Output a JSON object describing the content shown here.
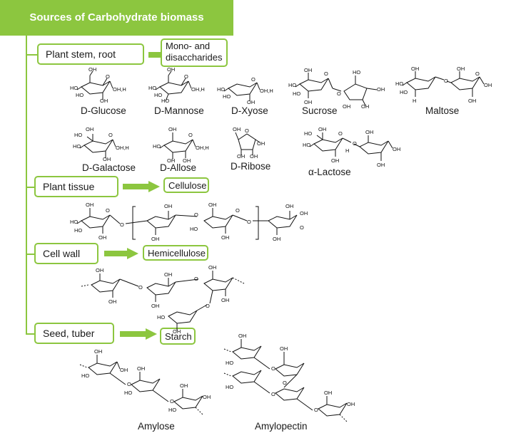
{
  "header": {
    "title": "Sources of Carbohydrate biomass"
  },
  "categories": [
    {
      "label": "Plant stem, root",
      "product": "Mono- and disaccharides"
    },
    {
      "label": "Plant tissue",
      "product": "Cellulose"
    },
    {
      "label": "Cell wall",
      "product": "Hemicellulose"
    },
    {
      "label": "Seed, tuber",
      "product": "Starch"
    }
  ],
  "structures": {
    "glucose": "D-Glucose",
    "mannose": "D-Mannose",
    "xylose": "D-Xyose",
    "sucrose": "Sucrose",
    "maltose": "Maltose",
    "galactose": "D-Galactose",
    "allose": "D-Allose",
    "ribose": "D-Ribose",
    "lactose": "α-Lactose",
    "amylose": "Amylose",
    "amylopectin": "Amylopectin"
  },
  "atom_labels": {
    "oh": "OH",
    "ho": "HO",
    "o": "O",
    "oh_h": "OH,H",
    "h": "H"
  },
  "colors": {
    "accent": "#8cc63f",
    "text": "#1a1a1a"
  }
}
